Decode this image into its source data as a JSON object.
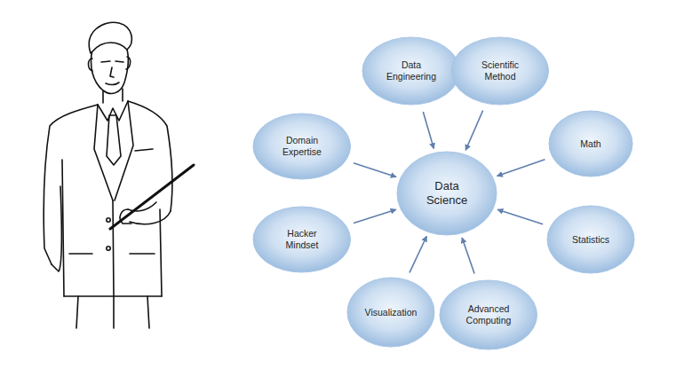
{
  "diagram": {
    "nodes": [
      {
        "text": [
          "Data Engineering"
        ]
      },
      {
        "text": [
          "Scientific Method"
        ]
      },
      {
        "text": [
          "Domain Expertise"
        ]
      },
      {
        "text": [
          "Math"
        ]
      },
      {
        "text": [
          "Data Science"
        ]
      },
      {
        "text": [
          "Hacker Mindset"
        ]
      },
      {
        "text": [
          "Statistics"
        ]
      },
      {
        "text": [
          "Visualization"
        ]
      },
      {
        "text": [
          "Advanced Computing"
        ]
      }
    ],
    "edges": [
      {
        "from": 0,
        "to": 4,
        "arrow": "to"
      },
      {
        "from": 1,
        "to": 4,
        "arrow": "to"
      },
      {
        "from": 2,
        "to": 4,
        "arrow": "to"
      },
      {
        "from": 3,
        "to": 4,
        "arrow": "to"
      },
      {
        "from": 5,
        "to": 4,
        "arrow": "to"
      },
      {
        "from": 6,
        "to": 4,
        "arrow": "to"
      },
      {
        "from": 7,
        "to": 4,
        "arrow": "to"
      },
      {
        "from": 8,
        "to": 4,
        "arrow": "to"
      }
    ]
  }
}
